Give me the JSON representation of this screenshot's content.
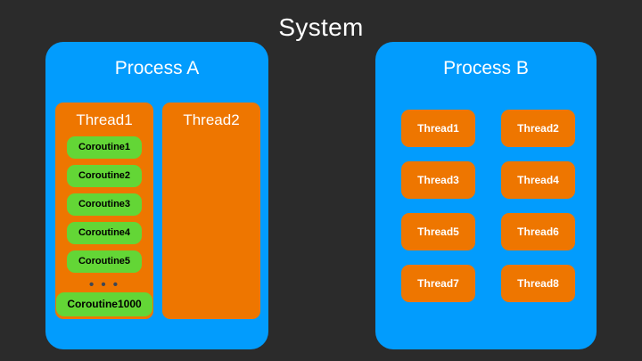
{
  "diagram": {
    "title": "System",
    "background_color": "#2b2b2b",
    "process_color": "#029cfd",
    "thread_color": "#ee7600",
    "coroutine_color": "#63d636",
    "title_text_color": "#ffffff",
    "coroutine_text_color": "#000000",
    "ellipsis_color": "#3d4655"
  },
  "process_a": {
    "title": "Process A",
    "threads": [
      {
        "title": "Thread1",
        "coroutines": [
          {
            "label": "Coroutine1"
          },
          {
            "label": "Coroutine2"
          },
          {
            "label": "Coroutine3"
          },
          {
            "label": "Coroutine4"
          },
          {
            "label": "Coroutine5"
          }
        ],
        "ellipsis": "• • •",
        "last_coroutine": {
          "label": "Coroutine1000"
        }
      },
      {
        "title": "Thread2",
        "coroutines": []
      }
    ]
  },
  "process_b": {
    "title": "Process B",
    "threads": [
      {
        "label": "Thread1"
      },
      {
        "label": "Thread2"
      },
      {
        "label": "Thread3"
      },
      {
        "label": "Thread4"
      },
      {
        "label": "Thread5"
      },
      {
        "label": "Thread6"
      },
      {
        "label": "Thread7"
      },
      {
        "label": "Thread8"
      }
    ]
  }
}
